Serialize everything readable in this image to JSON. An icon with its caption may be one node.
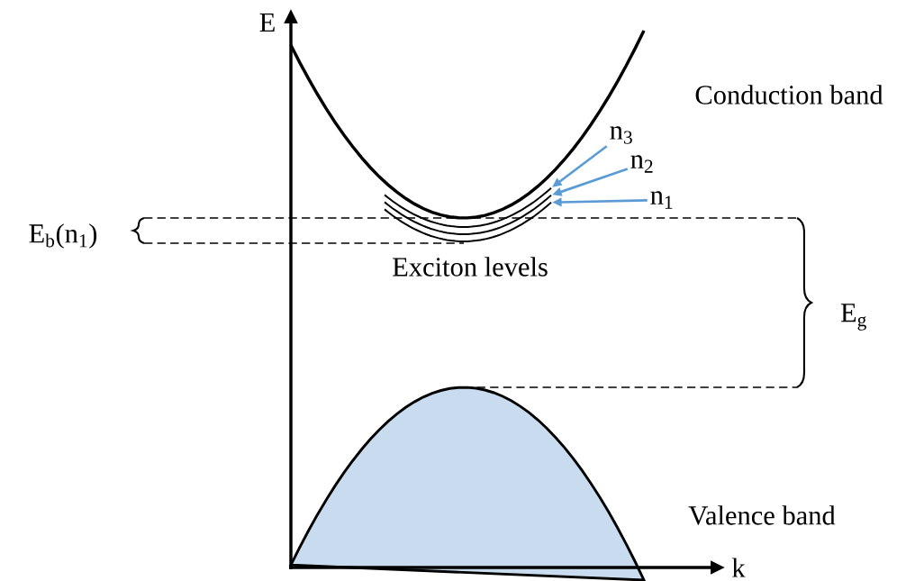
{
  "diagram": {
    "nodes": [
      {
        "text": [
          "n$_{3}$"
        ]
      },
      {
        "text": [
          "n$_{2}$"
        ]
      },
      {
        "text": [
          "n$_{1}$"
        ]
      },
      {
        "text": [],
        "shape": "curve"
      },
      {
        "text": [],
        "shape": "curve"
      },
      {
        "text": [],
        "shape": "curve"
      }
    ],
    "edges": [
      {
        "from": 0,
        "to": 3,
        "arrow": "to",
        "color": "#5b9bd5"
      },
      {
        "from": 1,
        "to": 4,
        "arrow": "to",
        "color": "#5b9bd5"
      },
      {
        "from": 2,
        "to": 5,
        "arrow": "to",
        "color": "#5b9bd5"
      }
    ],
    "labels": [
      "E",
      "Conduction band",
      "E$_{b}$(n$_{1}$)",
      "Exciton levels",
      "E$_{g}$",
      "Valence band",
      "k"
    ]
  }
}
